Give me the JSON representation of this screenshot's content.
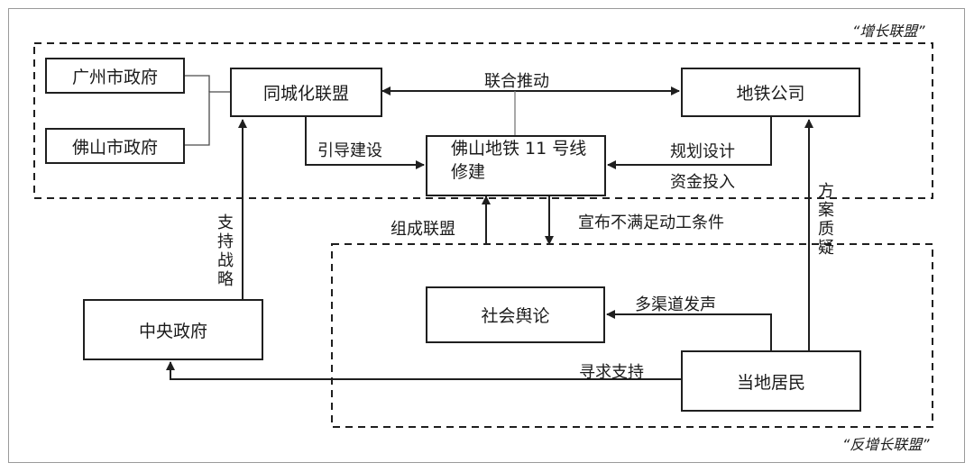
{
  "zones": {
    "growth_alliance": "“增长联盟”",
    "anti_growth_alliance": "“反增长联盟”"
  },
  "nodes": {
    "guangzhou": "广州市政府",
    "foshan": "佛山市政府",
    "tongcheng": "同城化联盟",
    "metro_company": "地铁公司",
    "line11_line1": "佛山地铁 11 号线",
    "line11_line2": "修建",
    "central_gov": "中央政府",
    "public_opinion": "社会舆论",
    "residents": "当地居民"
  },
  "edges": {
    "joint_push": "联合推动",
    "guide_construction": "引导建设",
    "planning_design": "规划设计",
    "capital_investment": "资金投入",
    "form_alliance": "组成联盟",
    "announce_unsatisfied": "宣布不满足动工条件",
    "support_strategy": "支持战略",
    "plan_questioning": "方案质疑",
    "multi_channel_voice": "多渠道发声",
    "seek_support": "寻求支持"
  }
}
